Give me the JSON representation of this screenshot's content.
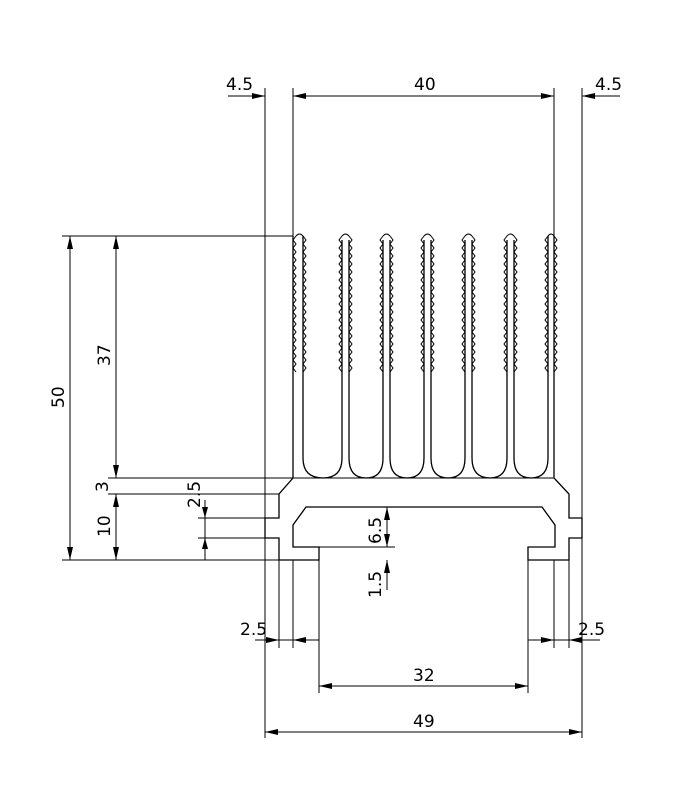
{
  "drawing": {
    "units": "mm",
    "dims": {
      "top_left_wall": "4.5",
      "top_span": "40",
      "top_right_wall": "4.5",
      "overall_height": "50",
      "fin_height": "37",
      "base_thickness": "3",
      "groove_width": "2.5",
      "lower_height": "10",
      "channel_height": "6.5",
      "lip_thickness": "1.5",
      "bottom_left_wall": "2.5",
      "bottom_right_wall": "2.5",
      "opening_width": "32",
      "overall_width": "49"
    }
  }
}
